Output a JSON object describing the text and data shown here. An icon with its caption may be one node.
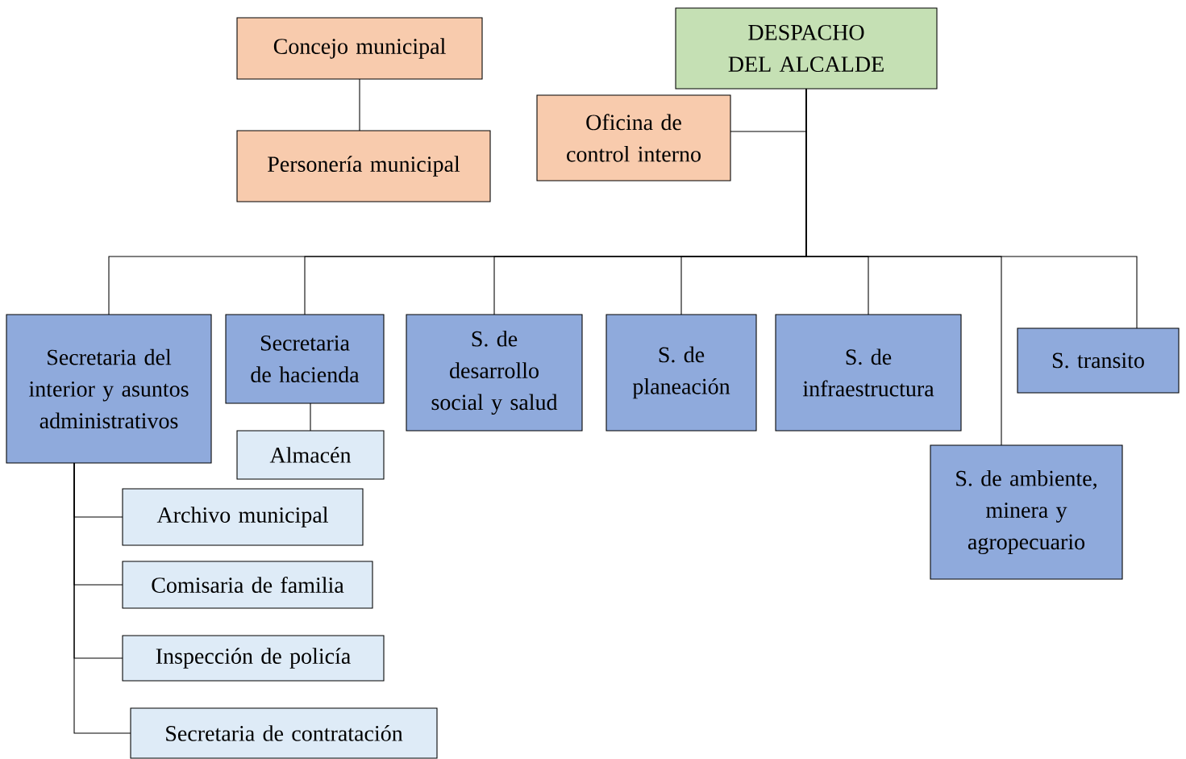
{
  "diagram": {
    "nodes": [
      {
        "text": [
          "Concejo municipal"
        ]
      },
      {
        "text": [
          "Personería municipal"
        ]
      },
      {
        "text": [
          "DESPACHO DEL ALCALDE"
        ]
      },
      {
        "text": [
          "Oficina de control interno"
        ]
      },
      {
        "text": [
          "Secretaria del interior y asuntos administrativos"
        ]
      },
      {
        "text": [
          "Secretaria de hacienda"
        ]
      },
      {
        "text": [
          "Almacén"
        ]
      },
      {
        "text": [
          "S. de desarrollo social y salud"
        ]
      },
      {
        "text": [
          "S. de planeación"
        ]
      },
      {
        "text": [
          "S. de infraestructura"
        ]
      },
      {
        "text": [
          "S. transito"
        ]
      },
      {
        "text": [
          "S. de ambiente, minera y agropecuario"
        ]
      },
      {
        "text": [
          "Archivo municipal"
        ]
      },
      {
        "text": [
          "Comisaria de familia"
        ]
      },
      {
        "text": [
          "Inspección de policía"
        ]
      },
      {
        "text": [
          "Secretaria de contratación"
        ]
      }
    ],
    "edges": [
      {
        "from": 0,
        "to": 1,
        "arrow": "none"
      },
      {
        "from": 2,
        "to": 3,
        "arrow": "none"
      },
      {
        "from": 2,
        "to": 4,
        "arrow": "none"
      },
      {
        "from": 2,
        "to": 5,
        "arrow": "none"
      },
      {
        "from": 2,
        "to": 7,
        "arrow": "none"
      },
      {
        "from": 2,
        "to": 8,
        "arrow": "none"
      },
      {
        "from": 2,
        "to": 9,
        "arrow": "none"
      },
      {
        "from": 2,
        "to": 10,
        "arrow": "none"
      },
      {
        "from": 2,
        "to": 11,
        "arrow": "none"
      },
      {
        "from": 5,
        "to": 6,
        "arrow": "none"
      },
      {
        "from": 4,
        "to": 12,
        "arrow": "none"
      },
      {
        "from": 4,
        "to": 13,
        "arrow": "none"
      },
      {
        "from": 4,
        "to": 14,
        "arrow": "none"
      },
      {
        "from": 4,
        "to": 15,
        "arrow": "none"
      }
    ]
  }
}
